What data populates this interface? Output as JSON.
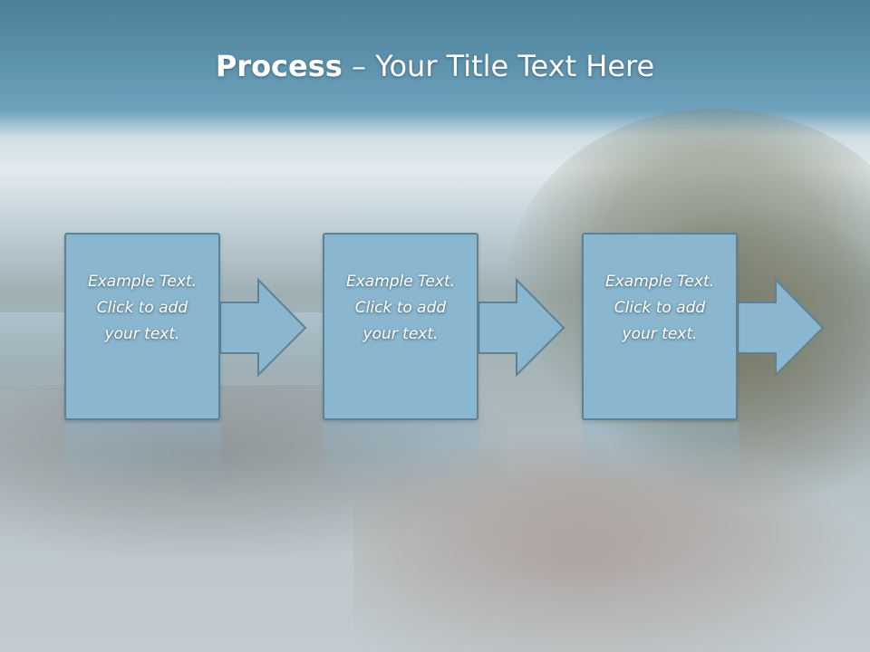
{
  "slide": {
    "title_bold": "Process",
    "title_separator": "–",
    "title_rest": "Your Title Text Here"
  },
  "steps": [
    {
      "text": "Example Text.\nClick  to add\nyour text."
    },
    {
      "text": "Example Text.\nClick  to add\nyour text."
    },
    {
      "text": "Example Text.\nClick  to add\nyour text."
    }
  ],
  "colors": {
    "box_fill": "#8ab7cf",
    "box_border": "#5f8194",
    "title_text": "#ffffff",
    "header_band": "#5e93ae"
  }
}
